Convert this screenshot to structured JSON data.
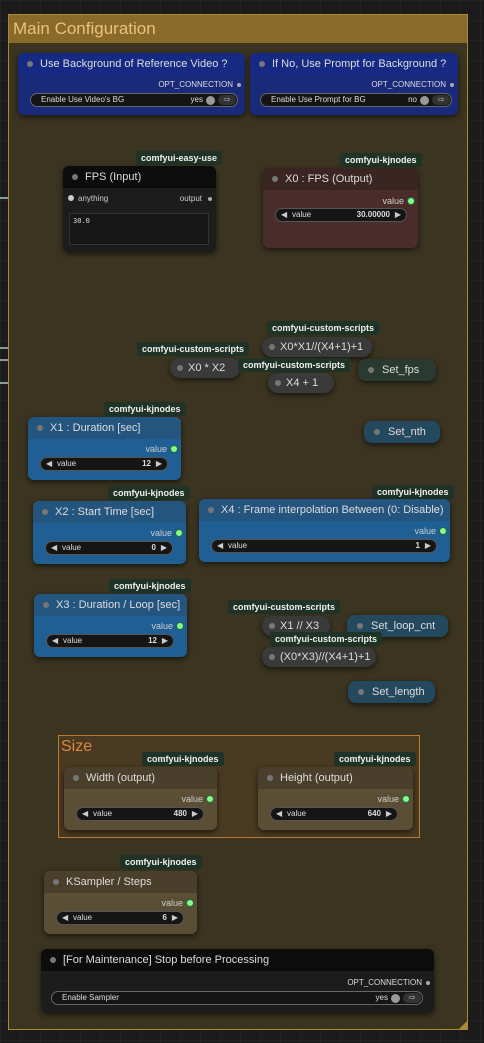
{
  "group": {
    "title": "Main Configuration"
  },
  "size_group": {
    "title": "Size"
  },
  "nodes": {
    "use_bg": {
      "title": "Use Background of Reference Video ?",
      "opt_label": "OPT_CONNECTION",
      "toggle_label": "Enable Use Video's BG",
      "toggle_value": "yes",
      "arrow": "⇨"
    },
    "prompt_bg": {
      "title": "If No, Use Prompt for Background ?",
      "opt_label": "OPT_CONNECTION",
      "toggle_label": "Enable Use Prompt for BG",
      "toggle_value": "no",
      "arrow": "⇨"
    },
    "fps_input": {
      "badge": "comfyui-easy-use",
      "title": "FPS (Input)",
      "input_label": "anything",
      "output_label": "output",
      "text": "30.0"
    },
    "x0_fps": {
      "badge": "comfyui-kjnodes",
      "title": "X0 : FPS (Output)",
      "out_label": "value",
      "widget_label": "value",
      "widget_value": "30.00000"
    },
    "x0x1": {
      "badge": "comfyui-custom-scripts",
      "title": "X0*X1//(X4+1)+1"
    },
    "x0mulx2": {
      "badge": "comfyui-custom-scripts",
      "title": "X0 * X2"
    },
    "x4plus1": {
      "badge": "comfyui-custom-scripts",
      "title": "X4 + 1"
    },
    "set_fps": {
      "title": "Set_fps"
    },
    "set_nth": {
      "title": "Set_nth"
    },
    "x1_duration": {
      "badge": "comfyui-kjnodes",
      "title": "X1 : Duration [sec]",
      "out_label": "value",
      "widget_label": "value",
      "widget_value": "12"
    },
    "x2_start": {
      "badge": "comfyui-kjnodes",
      "title": "X2 : Start Time [sec]",
      "out_label": "value",
      "widget_label": "value",
      "widget_value": "0"
    },
    "x4_interp": {
      "badge": "comfyui-kjnodes",
      "title": "X4 : Frame interpolation Between (0: Disable)",
      "out_label": "value",
      "widget_label": "value",
      "widget_value": "1"
    },
    "x3_loop": {
      "badge": "comfyui-kjnodes",
      "title": "X3 : Duration / Loop [sec]",
      "out_label": "value",
      "widget_label": "value",
      "widget_value": "12"
    },
    "x1divx3": {
      "badge": "comfyui-custom-scripts",
      "title": "X1 // X3"
    },
    "set_loop_cnt": {
      "title": "Set_loop_cnt"
    },
    "x0x3": {
      "badge": "comfyui-custom-scripts",
      "title": "(X0*X3)//(X4+1)+1"
    },
    "set_length": {
      "title": "Set_length"
    },
    "width": {
      "badge": "comfyui-kjnodes",
      "title": "Width (output)",
      "out_label": "value",
      "widget_label": "value",
      "widget_value": "480"
    },
    "height": {
      "badge": "comfyui-kjnodes",
      "title": "Height (output)",
      "out_label": "value",
      "widget_label": "value",
      "widget_value": "640"
    },
    "ksampler_steps": {
      "badge": "comfyui-kjnodes",
      "title": "KSampler / Steps",
      "out_label": "value",
      "widget_label": "value",
      "widget_value": "6"
    },
    "maintenance": {
      "title": "[For Maintenance] Stop before Processing",
      "opt_label": "OPT_CONNECTION",
      "toggle_label": "Enable Sampler",
      "toggle_value": "yes",
      "arrow": "⇨"
    }
  },
  "icons": {
    "arrow_left": "◀",
    "arrow_right": "▶"
  }
}
